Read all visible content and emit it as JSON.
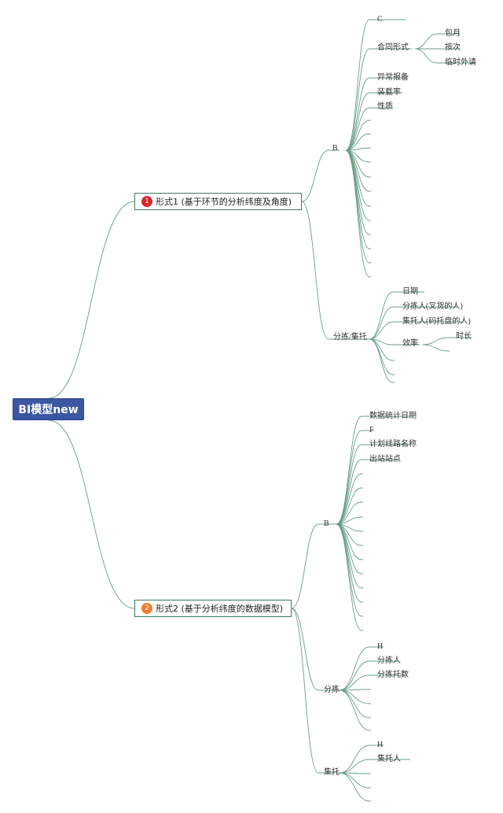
{
  "root": {
    "label": "BI模型new"
  },
  "colors": {
    "line": "#6a9e87",
    "root_fill": "#3b57a2",
    "badge1": "#d9262b",
    "badge2": "#ee7e2d"
  },
  "topic1": {
    "badge": "1",
    "label": "形式1 (基于环节的分析纬度及角度)",
    "b": {
      "label": "B",
      "items": [
        "C",
        "合同形式",
        "异常报备",
        "装载率",
        "性质"
      ],
      "contract_children": [
        "包月",
        "按次",
        "临时外请"
      ]
    },
    "sort": {
      "label": "分拣/集托",
      "items": [
        "日期",
        "分拣人(叉货的人)",
        "集托人(码托盘的人)",
        "效率"
      ],
      "efficiency_child": "时长"
    }
  },
  "topic2": {
    "badge": "2",
    "label": "形式2 (基于分析纬度的数据模型)",
    "b": {
      "label": "B",
      "items": [
        "数据统计日期",
        "F",
        "计划线路名称",
        "出站站点"
      ]
    },
    "sort": {
      "label": "分拣",
      "items": [
        "H",
        "分拣人",
        "分拣托数"
      ]
    },
    "pallet": {
      "label": "集托",
      "items": [
        "H",
        "集托人"
      ]
    }
  }
}
